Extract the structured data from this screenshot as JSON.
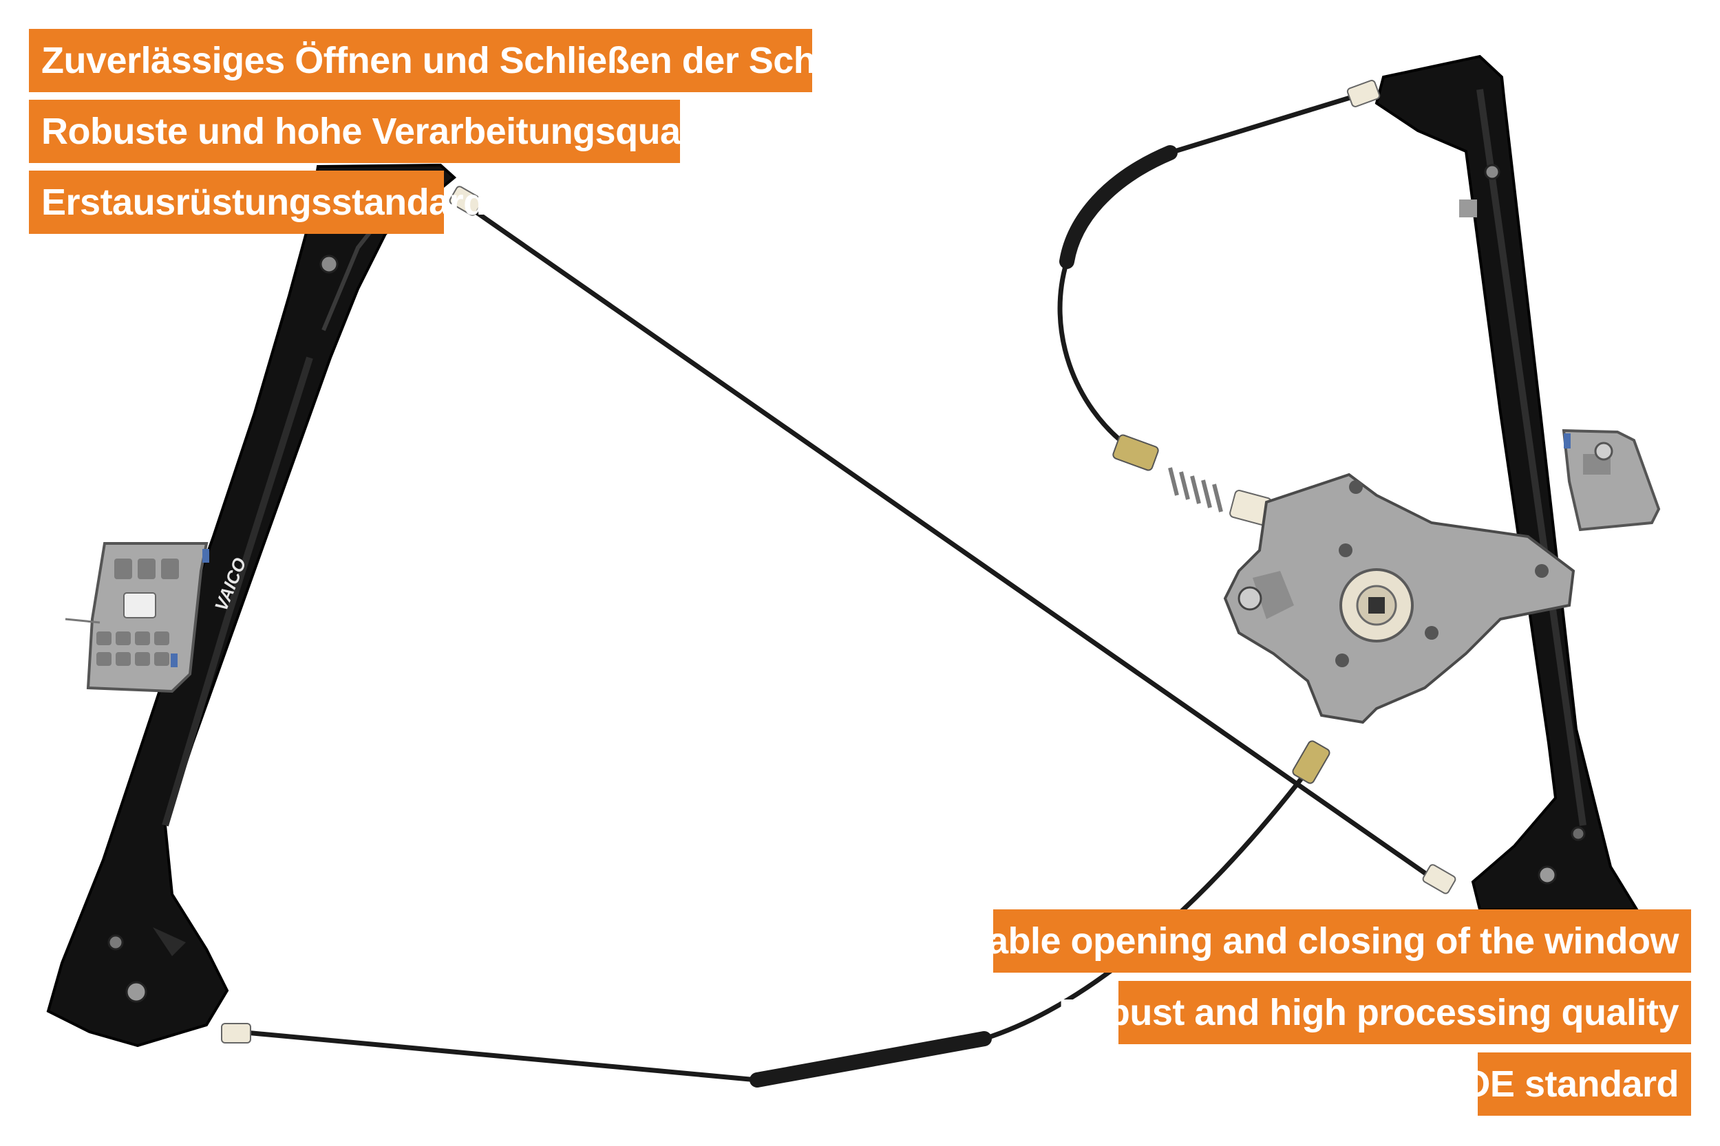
{
  "theme": {
    "badge_color": "#ec7e22",
    "badge_text_color": "#ffffff",
    "background": "#ffffff"
  },
  "image": {
    "subject": "window-regulator-photo",
    "logo_text": "VAICO"
  },
  "labels_de": [
    "Zuverlässiges Öffnen und Schließen der Scheibe",
    "Robuste und hohe Verarbeitungsqualität",
    "Erstausrüstungsstandard"
  ],
  "labels_en": [
    "Reliable opening and closing of the window",
    "Robust and high processing quality",
    "OE standard"
  ]
}
